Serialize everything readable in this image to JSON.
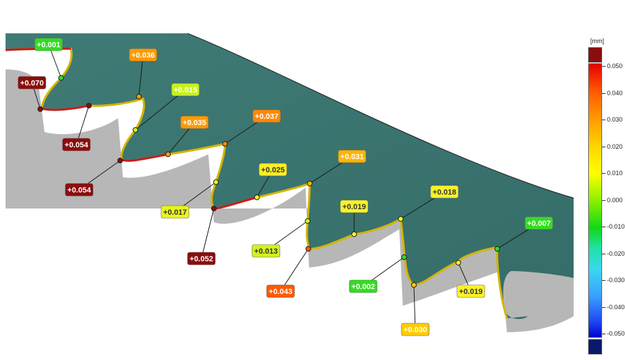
{
  "colors": {
    "gear_face": "#3f7b76",
    "gear_side": "#b3b3b3",
    "scale_max": "#8b0d0d",
    "scale_min": "#0a1a6a"
  },
  "scale": {
    "unit": "[mm]",
    "ticks": [
      "0.050",
      "0.040",
      "0.030",
      "0.020",
      "0.010",
      "0.000",
      "-0.010",
      "-0.020",
      "-0.030",
      "-0.040",
      "-0.050"
    ]
  },
  "deviations": [
    {
      "value": "+0.001",
      "color": "#33dd22",
      "text_color": "#ffffff"
    },
    {
      "value": "+0.070",
      "color": "#8b0d0d",
      "text_color": "#ffffff"
    },
    {
      "value": "+0.054",
      "color": "#8b0d0d",
      "text_color": "#ffffff"
    },
    {
      "value": "+0.036",
      "color": "#ff9900",
      "text_color": "#ffffff"
    },
    {
      "value": "+0.015",
      "color": "#c6f21e",
      "text_color": "#ffffff"
    },
    {
      "value": "+0.054",
      "color": "#8b0d0d",
      "text_color": "#ffffff"
    },
    {
      "value": "+0.035",
      "color": "#ff9a00",
      "text_color": "#ffffff"
    },
    {
      "value": "+0.037",
      "color": "#ff8800",
      "text_color": "#ffffff"
    },
    {
      "value": "+0.017",
      "color": "#e8f51a",
      "text_color": "#333333"
    },
    {
      "value": "+0.025",
      "color": "#ffee22",
      "text_color": "#333333"
    },
    {
      "value": "+0.052",
      "color": "#8b0d0d",
      "text_color": "#ffffff"
    },
    {
      "value": "+0.031",
      "color": "#ffb400",
      "text_color": "#ffffff"
    },
    {
      "value": "+0.019",
      "color": "#f8f22a",
      "text_color": "#333333"
    },
    {
      "value": "+0.013",
      "color": "#d4f21e",
      "text_color": "#333333"
    },
    {
      "value": "+0.043",
      "color": "#ff5a00",
      "text_color": "#ffffff"
    },
    {
      "value": "+0.018",
      "color": "#f8f22a",
      "text_color": "#333333"
    },
    {
      "value": "+0.002",
      "color": "#33dd22",
      "text_color": "#ffffff"
    },
    {
      "value": "+0.019",
      "color": "#f8f22a",
      "text_color": "#333333"
    },
    {
      "value": "+0.007",
      "color": "#33dd22",
      "text_color": "#ffffff"
    },
    {
      "value": "+0.030",
      "color": "#ffcc00",
      "text_color": "#ffffff"
    }
  ]
}
